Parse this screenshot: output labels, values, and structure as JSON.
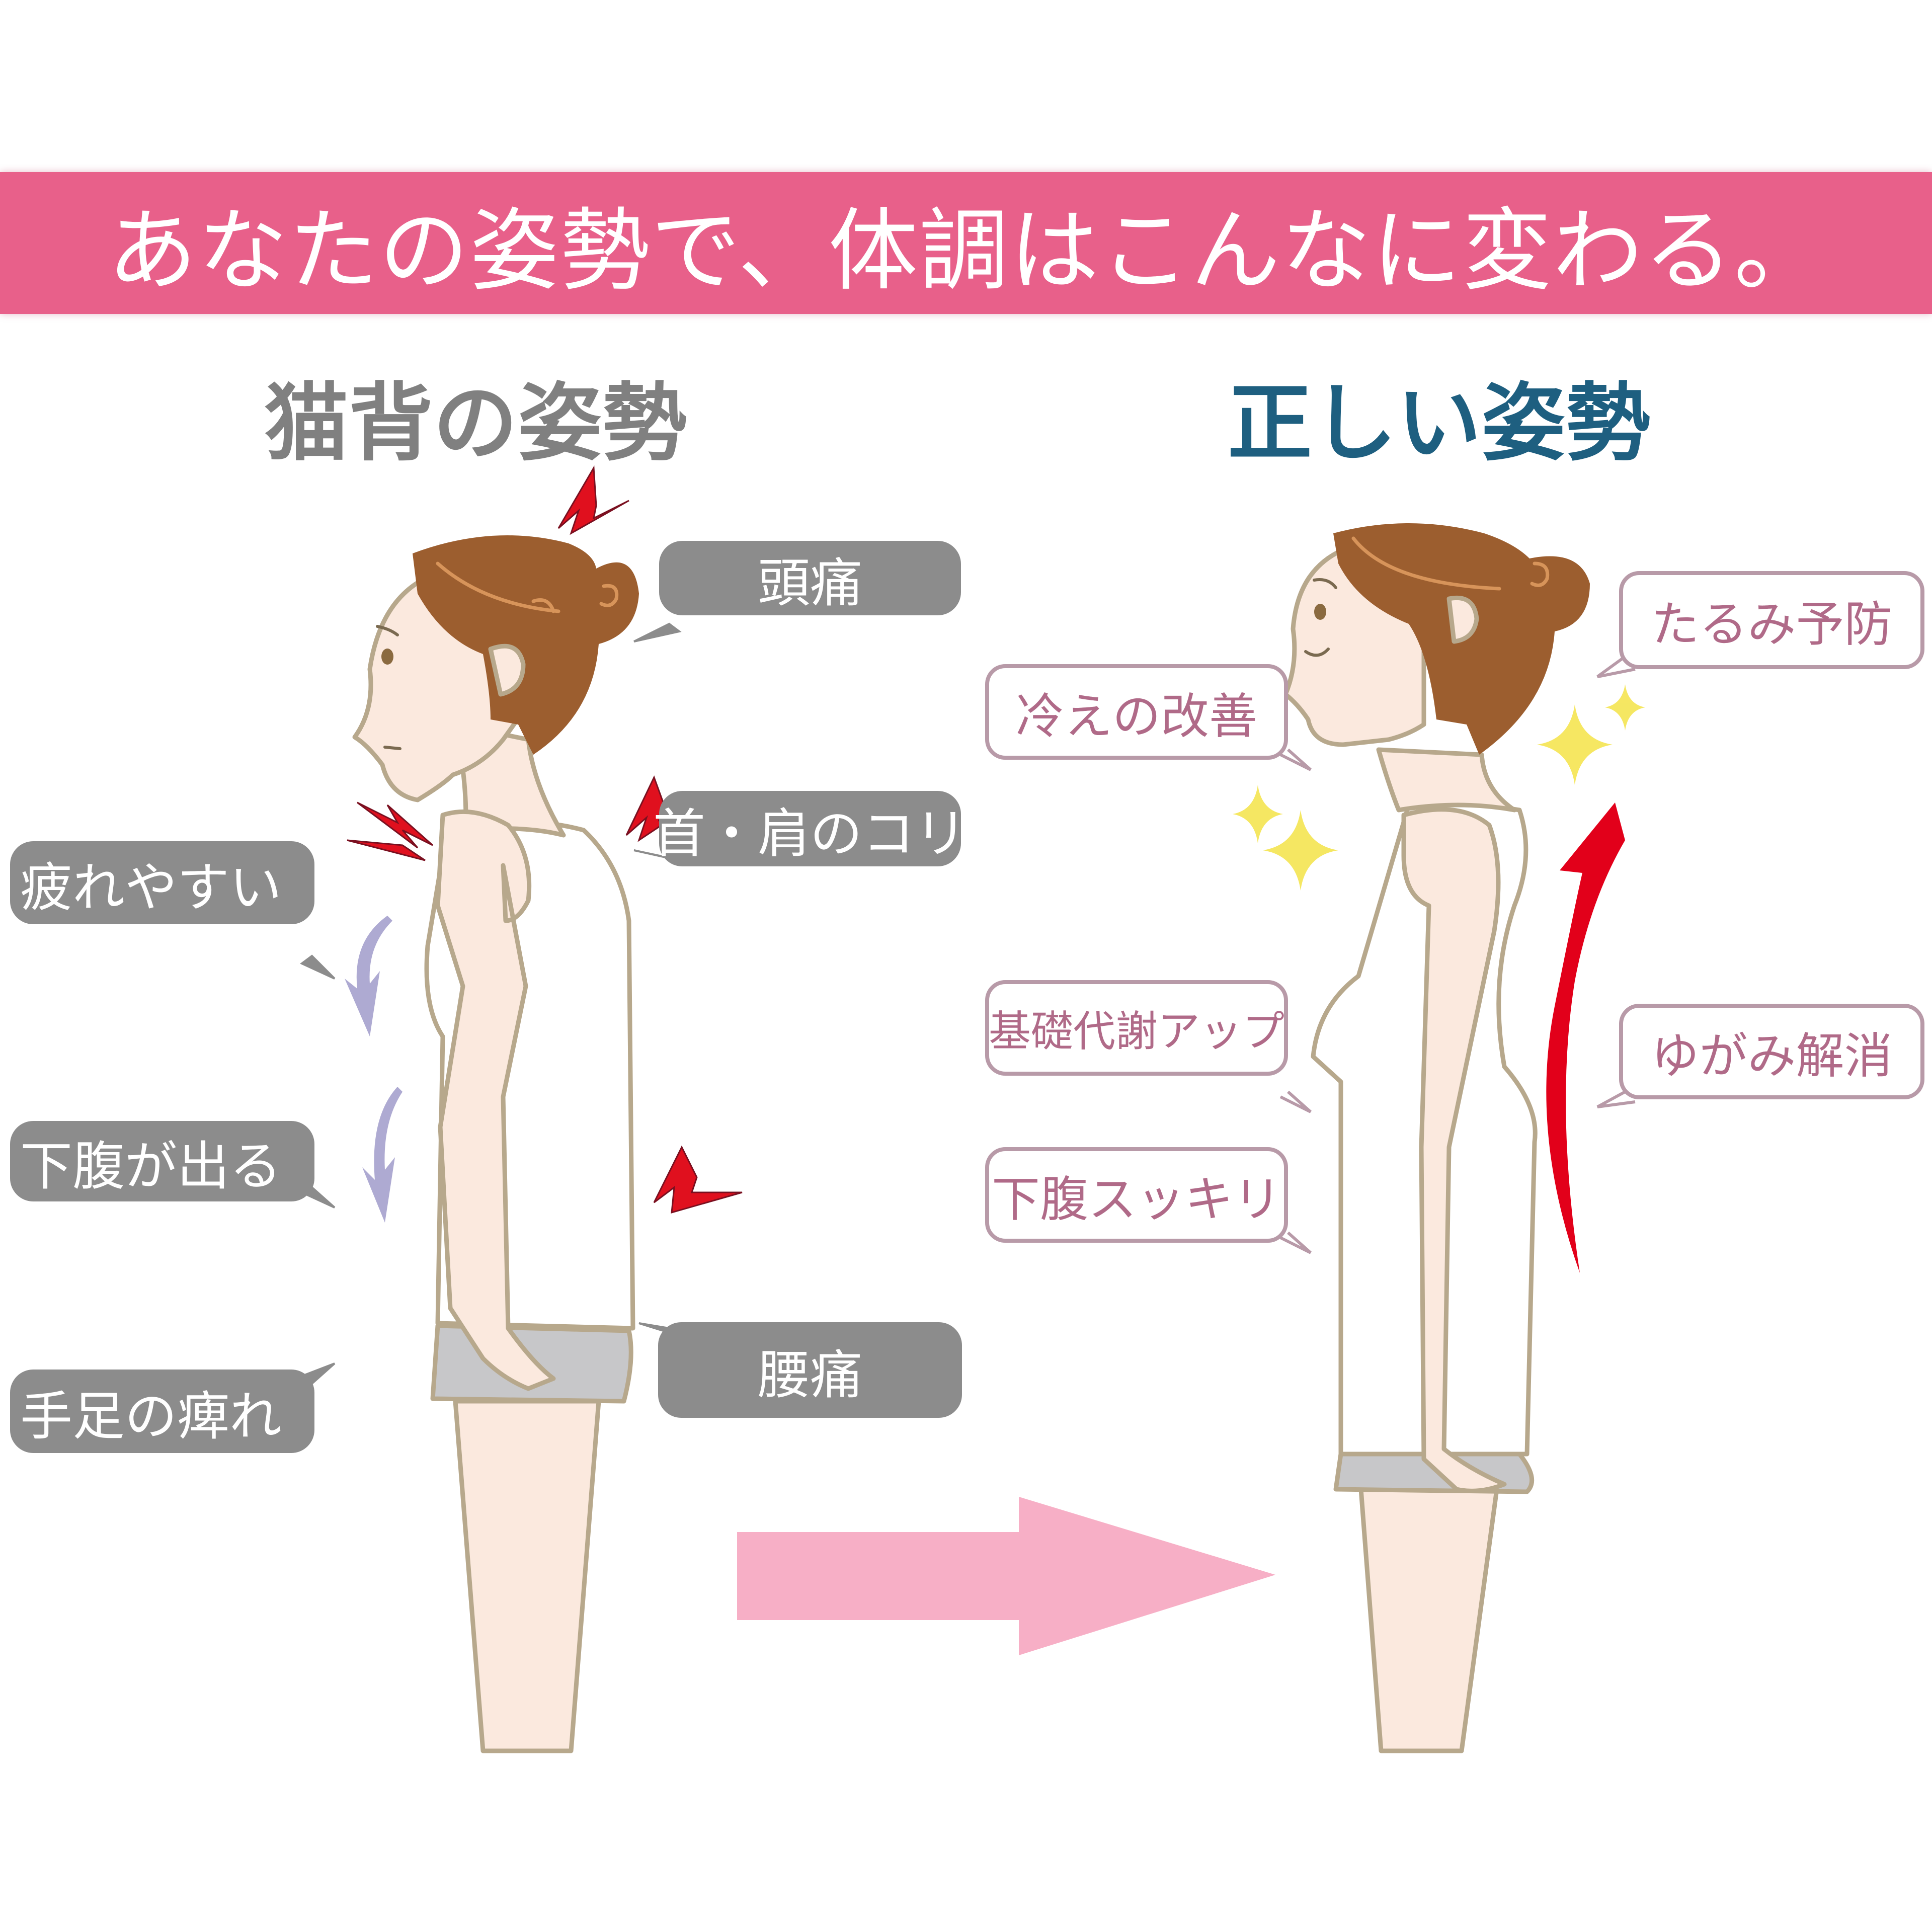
{
  "banner": {
    "title": "あなたの姿勢で、体調はこんなに変わる。",
    "background_color": "#e8608a",
    "text_color": "#ffffff"
  },
  "left_panel": {
    "heading": "猫背の姿勢",
    "heading_color": "#808080",
    "labels": [
      {
        "text": "頭痛",
        "style": "gray"
      },
      {
        "text": "疲れやすい",
        "style": "gray"
      },
      {
        "text": "首・肩のコリ",
        "style": "gray"
      },
      {
        "text": "下腹が出る",
        "style": "gray"
      },
      {
        "text": "腰痛",
        "style": "gray"
      },
      {
        "text": "手足の痺れ",
        "style": "gray"
      }
    ],
    "icons": [
      "pain-lightning-icon",
      "slump-arrow-icon"
    ]
  },
  "right_panel": {
    "heading": "正しい姿勢",
    "heading_color": "#1e5f80",
    "labels": [
      {
        "text": "たるみ予防",
        "style": "pink-outline"
      },
      {
        "text": "冷えの改善",
        "style": "pink-outline"
      },
      {
        "text": "基礎代謝アップ",
        "style": "pink-outline"
      },
      {
        "text": "ゆがみ解消",
        "style": "pink-outline"
      },
      {
        "text": "下腹スッキリ",
        "style": "pink-outline"
      }
    ],
    "icons": [
      "sparkle-icon",
      "posture-up-arrow-icon"
    ]
  },
  "transition_arrow": {
    "direction": "right",
    "color": "#f7afc6"
  },
  "colors": {
    "gray_label": "#8c8c8c",
    "pink_label_border": "#b89aa8",
    "pink_label_text": "#b06a88",
    "hair": "#9c5e2f",
    "skin": "#fbe9de",
    "outline": "#b7a88c",
    "shorts": "#c7c7c9",
    "pain_mark": "#e0101e",
    "slump_arrow": "#aeaad2",
    "sparkle": "#f5e65a",
    "up_arrow": "#e2001a"
  }
}
